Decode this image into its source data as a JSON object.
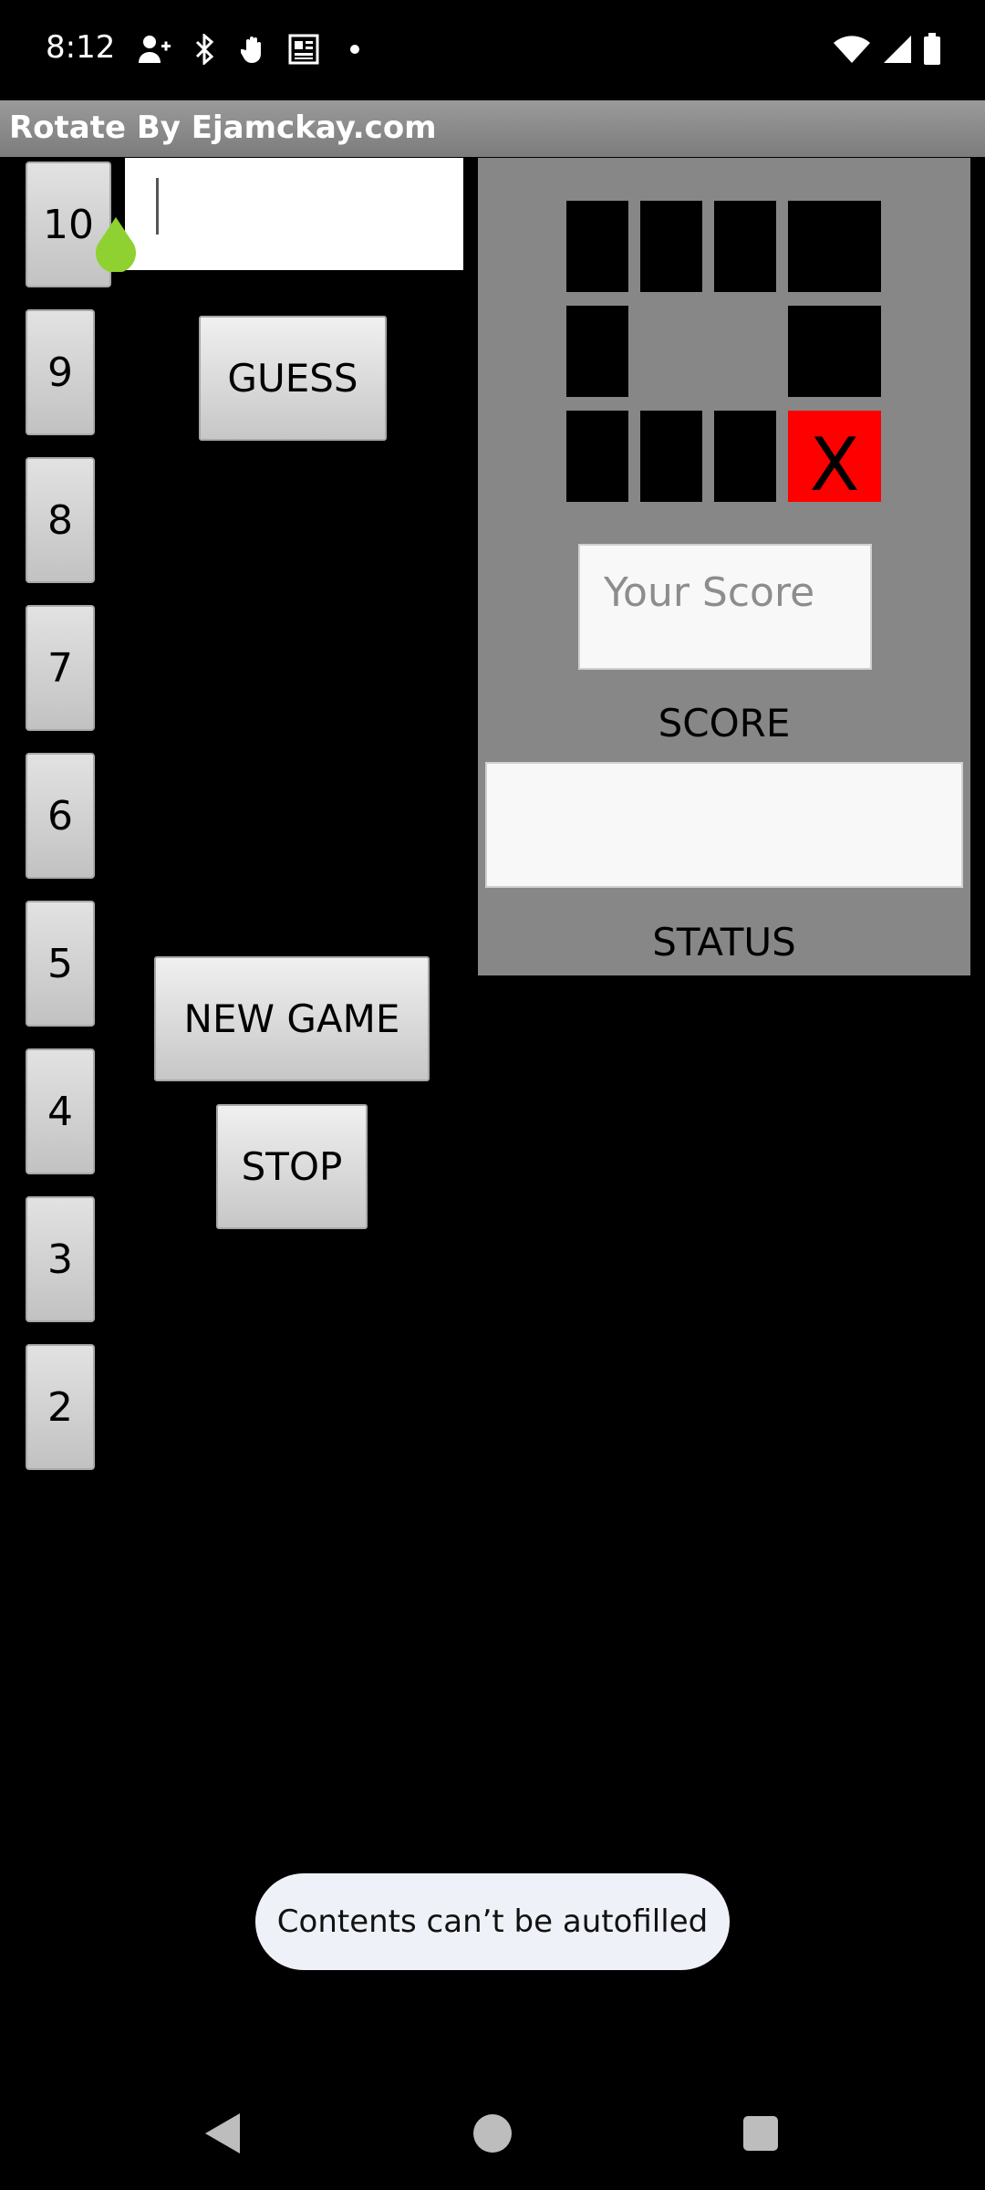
{
  "status_bar": {
    "time": "8:12",
    "left_icons": [
      "add-person-icon",
      "bluetooth-icon",
      "hand-icon",
      "news-icon",
      "dot-icon"
    ],
    "right_icons": [
      "wifi-icon",
      "signal-icon",
      "battery-icon"
    ]
  },
  "app": {
    "title": "Rotate By Ejamckay.com"
  },
  "number_buttons": [
    "10",
    "9",
    "8",
    "7",
    "6",
    "5",
    "4",
    "3",
    "2"
  ],
  "guess_input": {
    "value": ""
  },
  "buttons": {
    "guess": "GUESS",
    "new_game": "NEW GAME",
    "stop": "STOP"
  },
  "board": {
    "marked_tile_label": "X"
  },
  "score": {
    "placeholder": "Your Score",
    "label": "SCORE"
  },
  "status": {
    "label": "STATUS",
    "value": ""
  },
  "toast": {
    "message": "Contents can’t be autofilled"
  },
  "colors": {
    "marked_tile": "#ff0000",
    "panel": "#878787",
    "handle": "#8fd130"
  }
}
